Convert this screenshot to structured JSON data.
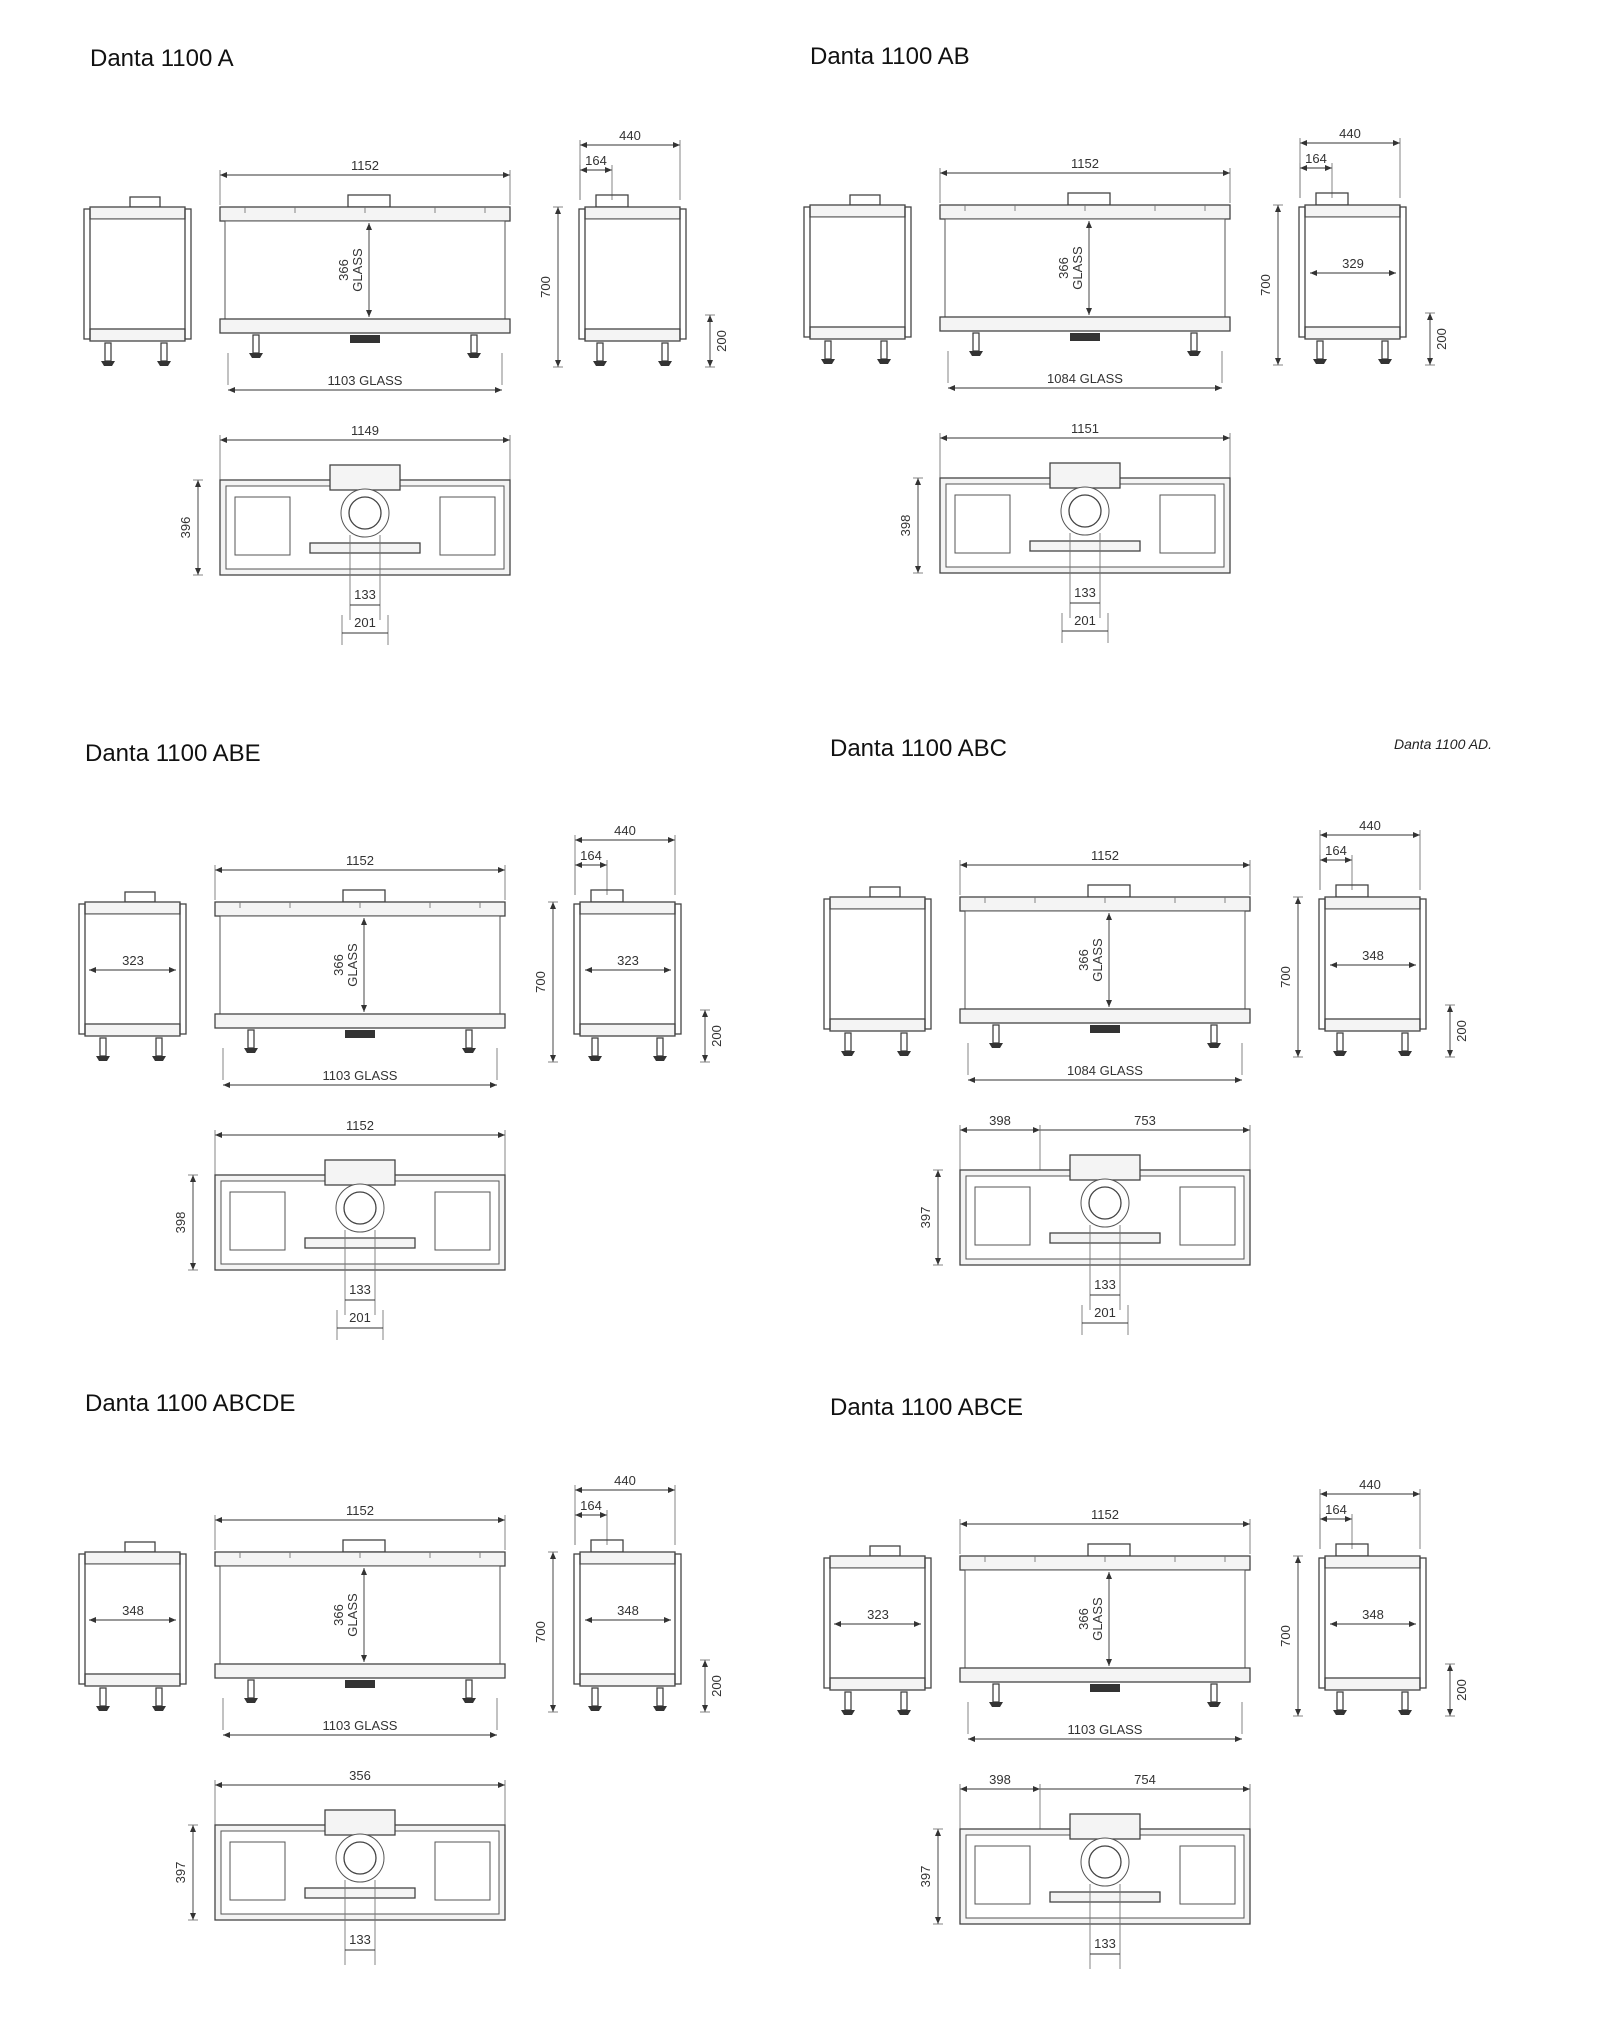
{
  "page": {
    "stray_label": "Danta 1100 AD."
  },
  "panels": [
    {
      "title": "Danta 1100 A",
      "dims": {
        "front_width": "1152",
        "front_glass_height": "366",
        "glass_word": "GLASS",
        "front_glass_width": "1103 GLASS",
        "side_depth": "440",
        "side_offset": "164",
        "side_height": "700",
        "side_leg": "200",
        "side_glass_depth": "",
        "left_glass_depth": "",
        "top_width": "1149",
        "top_depth": "396",
        "top_split_left": "",
        "top_split_right": "",
        "flue_inner": "133",
        "flue_outer": "201"
      }
    },
    {
      "title": "Danta 1100 AB",
      "dims": {
        "front_width": "1152",
        "front_glass_height": "366",
        "glass_word": "GLASS",
        "front_glass_width": "1084 GLASS",
        "side_depth": "440",
        "side_offset": "164",
        "side_height": "700",
        "side_leg": "200",
        "side_glass_depth": "329",
        "left_glass_depth": "",
        "top_width": "1151",
        "top_depth": "398",
        "top_split_left": "",
        "top_split_right": "",
        "flue_inner": "133",
        "flue_outer": "201"
      }
    },
    {
      "title": "Danta 1100 ABE",
      "dims": {
        "front_width": "1152",
        "front_glass_height": "366",
        "glass_word": "GLASS",
        "front_glass_width": "1103 GLASS",
        "side_depth": "440",
        "side_offset": "164",
        "side_height": "700",
        "side_leg": "200",
        "side_glass_depth": "323",
        "left_glass_depth": "323",
        "top_width": "1152",
        "top_depth": "398",
        "top_split_left": "",
        "top_split_right": "",
        "flue_inner": "133",
        "flue_outer": "201"
      }
    },
    {
      "title": "Danta 1100 ABC",
      "dims": {
        "front_width": "1152",
        "front_glass_height": "366",
        "glass_word": "GLASS",
        "front_glass_width": "1084 GLASS",
        "side_depth": "440",
        "side_offset": "164",
        "side_height": "700",
        "side_leg": "200",
        "side_glass_depth": "348",
        "left_glass_depth": "",
        "top_width": "",
        "top_depth": "397",
        "top_split_left": "398",
        "top_split_right": "753",
        "flue_inner": "133",
        "flue_outer": "201"
      }
    },
    {
      "title": "Danta 1100 ABCDE",
      "dims": {
        "front_width": "1152",
        "front_glass_height": "366",
        "glass_word": "GLASS",
        "front_glass_width": "1103 GLASS",
        "side_depth": "440",
        "side_offset": "164",
        "side_height": "700",
        "side_leg": "200",
        "side_glass_depth": "348",
        "left_glass_depth": "348",
        "top_width": "356",
        "top_depth": "397",
        "top_split_left": "",
        "top_split_right": "",
        "flue_inner": "133",
        "flue_outer": ""
      }
    },
    {
      "title": "Danta 1100 ABCE",
      "dims": {
        "front_width": "1152",
        "front_glass_height": "366",
        "glass_word": "GLASS",
        "front_glass_width": "1103 GLASS",
        "side_depth": "440",
        "side_offset": "164",
        "side_height": "700",
        "side_leg": "200",
        "side_glass_depth": "348",
        "left_glass_depth": "323",
        "top_width": "",
        "top_depth": "397",
        "top_split_left": "398",
        "top_split_right": "754",
        "flue_inner": "133",
        "flue_outer": ""
      }
    }
  ]
}
